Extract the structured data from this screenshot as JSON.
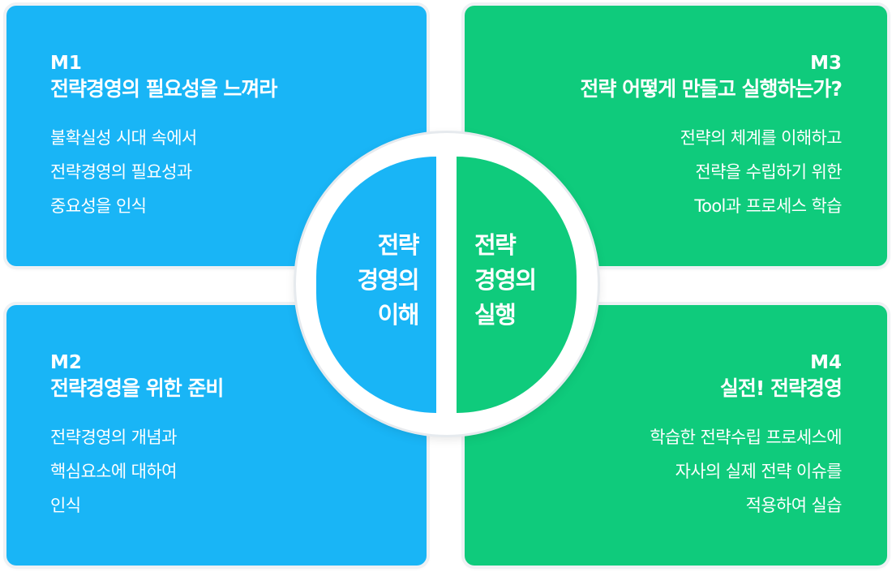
{
  "modules": {
    "m1": {
      "code": "M1",
      "title": "전략경영의 필요성을 느껴라",
      "lines": [
        "불확실성 시대 속에서",
        "전략경영의 필요성과",
        "중요성을 인식"
      ]
    },
    "m2": {
      "code": "M2",
      "title": "전략경영을 위한 준비",
      "lines": [
        "전략경영의 개념과",
        "핵심요소에 대하여",
        "인식"
      ]
    },
    "m3": {
      "code": "M3",
      "title": "전략 어떻게 만들고 실행하는가?",
      "lines": [
        "전략의 체계를 이해하고",
        "전략을 수립하기 위한",
        "Tool과 프로세스 학습"
      ]
    },
    "m4": {
      "code": "M4",
      "title": "실전! 전략경영",
      "lines": [
        "학습한 전략수립 프로세스에",
        "자사의 실제 전략 이슈를",
        "적용하여 실습"
      ]
    }
  },
  "center": {
    "left": [
      "전략",
      "경영의",
      "이해"
    ],
    "right": [
      "전략",
      "경영의",
      "실행"
    ]
  },
  "colors": {
    "blue": "#19b5f6",
    "green": "#0fcb7c"
  }
}
